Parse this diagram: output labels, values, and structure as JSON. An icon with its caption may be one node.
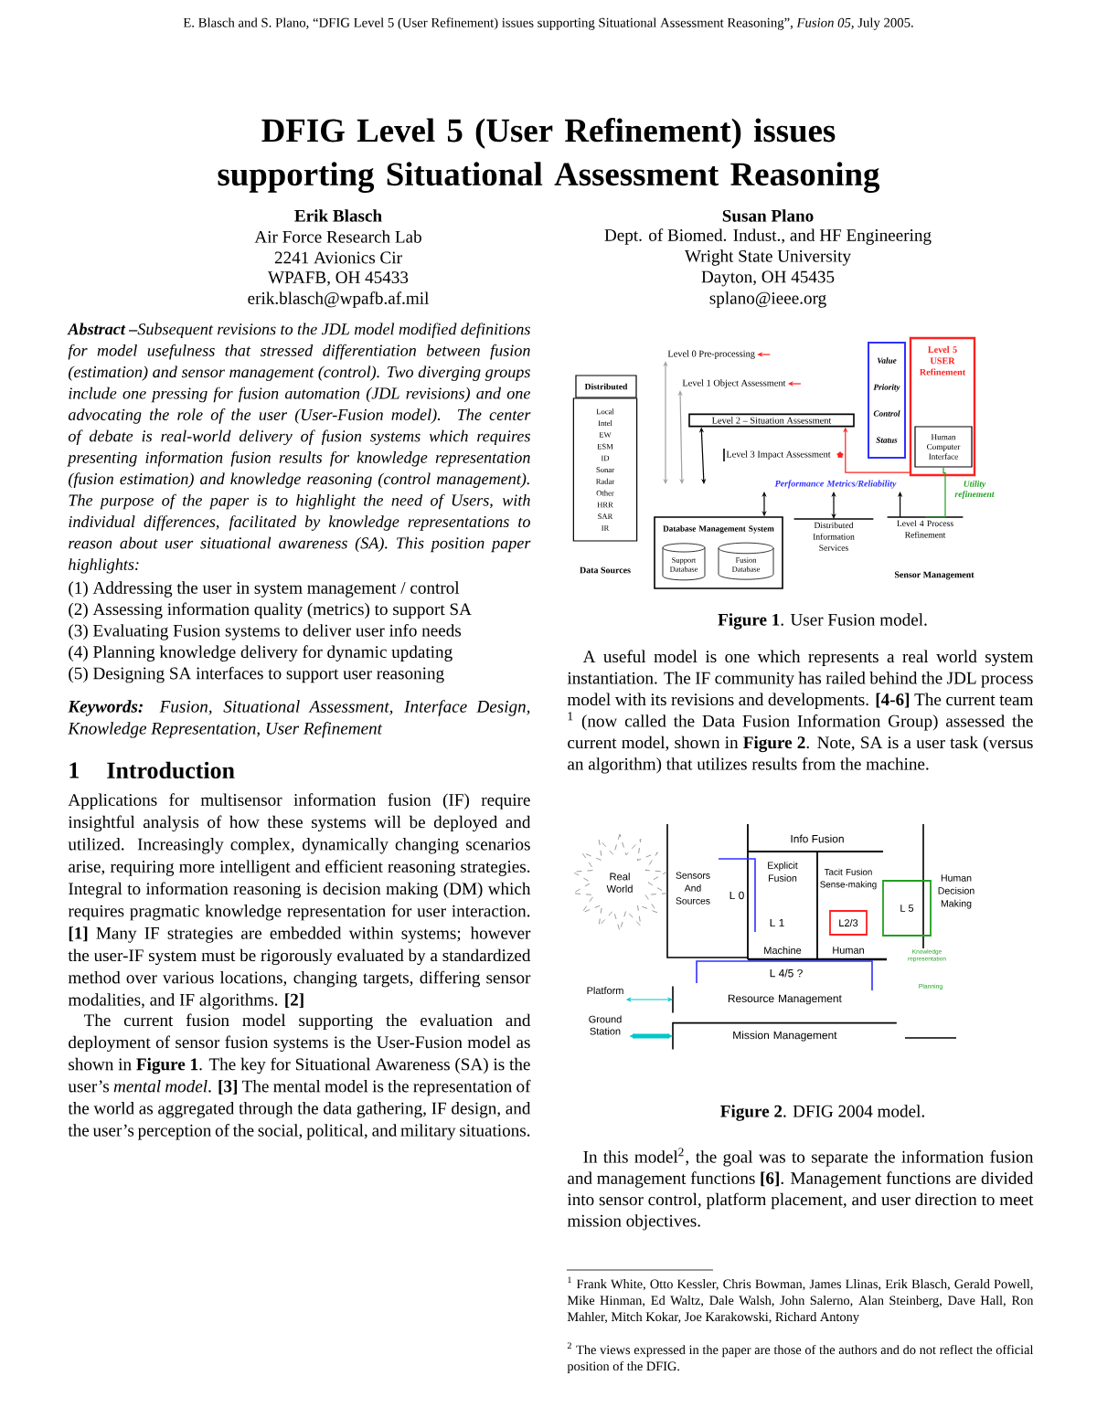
{
  "diagram": {
    "title": "DFIG Level 5 (User Refinement) issues supporting Situational Assessment Reasoning",
    "nodes": [
      {
        "text": [
          "Level 0 Pre-processing"
        ]
      },
      {
        "text": [
          "Level 1 Object Assessment"
        ]
      },
      {
        "text": [
          "Level 2 – Situation Assessment"
        ]
      },
      {
        "text": [
          "Level 3 Impact Assessment"
        ]
      },
      {
        "text": [
          "Value",
          "Priority",
          "Control",
          "Status"
        ]
      },
      {
        "text": [
          "Level 5 USER Refinement"
        ]
      },
      {
        "text": [
          "Human Computer Interface"
        ],
        "in": 5
      },
      {
        "text": [
          "Distributed"
        ]
      },
      {
        "text": [
          "Local",
          "Intel",
          "EW",
          "ESM",
          "ID",
          "Sonar",
          "Radar",
          "Other",
          "HRR",
          "SAR",
          "IR"
        ]
      },
      {
        "text": [
          "Database Management System"
        ]
      },
      {
        "text": [
          "Support Database"
        ],
        "in": 9
      },
      {
        "text": [
          "Fusion Database"
        ],
        "in": 9
      },
      {
        "text": [
          "Distributed Information Services"
        ]
      },
      {
        "text": [
          "Level 4 Process Refinement"
        ]
      },
      {
        "text": [
          "Real World"
        ]
      },
      {
        "text": [
          "L2/3"
        ]
      },
      {
        "text": [
          "L 5"
        ],
        "beside": [
          "Knowledge representation"
        ]
      },
      {
        "text": [
          "Platform"
        ]
      },
      {
        "text": [
          "Resource Management"
        ]
      },
      {
        "text": [
          "Ground Station"
        ]
      },
      {
        "text": [
          "Mission Management"
        ]
      },
      {
        "text": [
          "Performance Metrics/Reliability"
        ]
      }
    ],
    "edges": [
      {
        "from": null,
        "to": 0,
        "arrow": "both",
        "color": "#a0a0a0"
      },
      {
        "from": null,
        "to": 1,
        "arrow": "both",
        "color": "#a0a0a0"
      },
      {
        "from": null,
        "to": 2,
        "arrow": "both"
      },
      {
        "from": null,
        "to": 0,
        "arrow": "to",
        "color": "#ff2020"
      },
      {
        "from": null,
        "to": 1,
        "arrow": "to",
        "color": "#ff2020"
      },
      {
        "from": 5,
        "to": 2,
        "arrow": "to",
        "color": "#ff2020"
      },
      {
        "from": 6,
        "to": 13,
        "arrow": "none",
        "color": "#20a020"
      },
      {
        "from": 21,
        "to": 9,
        "arrow": "both"
      },
      {
        "from": 21,
        "to": 12,
        "arrow": "both"
      },
      {
        "from": 13,
        "to": 21,
        "arrow": "to"
      },
      {
        "from": 17,
        "to": 18,
        "arrow": "both",
        "color": "#00c8c8"
      },
      {
        "from": 19,
        "to": 20,
        "arrow": "both",
        "color": "#00c8c8",
        "style": "thick"
      }
    ],
    "labels": [
      "E. Blasch and S. Plano, “DFIG Level 5 (User Refinement) issues supporting Situational Assessment Reasoning”, *Fusion 05*, July 2005.",
      "Erik Blasch",
      "Air Force Research Lab",
      "2241 Avionics Cir",
      "WPAFB, OH 45433",
      "erik.blasch@wpafb.af.mil",
      "Susan Plano",
      "Dept. of Biomed. Indust., and HF Engineering",
      "Wright State University",
      "Dayton, OH 45435",
      "splano@ieee.org",
      "**Abstract –**Subsequent revisions to the JDL model modified definitions for model usefulness that stressed differentiation between fusion (estimation) and sensor management (control). Two diverging groups include one pressing for fusion automation (JDL revisions) and one advocating the role of the user (User-Fusion model). The center of debate is real-world delivery of fusion systems which requires presenting information fusion results for knowledge representation (fusion estimation) and knowledge reasoning (control management). The purpose of the paper is to highlight the need of Users, with individual differences, facilitated by knowledge representations to reason about user situational awareness (SA). This position paper highlights:",
      "(1) Addressing the user in system management / control",
      "(2) Assessing information quality (metrics) to support SA",
      "(3) Evaluating Fusion systems to deliver user info needs",
      "(4) Planning knowledge delivery for dynamic updating",
      "(5) Designing SA interfaces to support user reasoning",
      "**Keywords:** Fusion, Situational Assessment, Interface Design, Knowledge Representation, User Refinement",
      "1",
      "Introduction",
      "Applications for multisensor information fusion (IF) require insightful analysis of how these systems will be deployed and utilized. Increasingly complex, dynamically changing scenarios arise, requiring more intelligent and efficient reasoning strategies. Integral to information reasoning is decision making (DM) which requires pragmatic knowledge representation for user interaction. **[1]** Many IF strategies are embedded within systems; however the user-IF system must be rigorously evaluated by a standardized method over various locations, changing targets, differing sensor modalities, and IF algorithms. **[2]**",
      "The current fusion model supporting the evaluation and deployment of sensor fusion systems is the User-Fusion model as shown in **Figure 1**. The key for Situational Awareness (SA) is the user’s *mental model*. **[3]** The mental model is the representation of the world as aggregated through the data gathering, IF design, and the user’s perception of the social, political, and military situations.",
      "Utility refinement",
      "Data Sources",
      "Sensor Management",
      "**Figure 1**. User Fusion model.",
      "A useful model is one which represents a real world system instantiation. The IF community has railed behind the JDL process model with its revisions and developments. **[4-6]** The current team $^{1}$ (now called the Data Fusion Information Group) assessed the current model, shown in **Figure 2**. Note, SA is a user task (versus an algorithm) that utilizes results from the machine.",
      "Info Fusion",
      "Sensors And Sources",
      "L 0",
      "Explicit Fusion",
      "Tacit Fusion Sense-making",
      "L 1",
      "Machine",
      "Human",
      "Human Decision Making",
      "L 4/5 ?",
      "Planning",
      "**Figure 2**. DFIG 2004 model.",
      "In this model$^{2}$, the goal was to separate the information fusion and management functions **[6]**. Management functions are divided into sensor control, platform placement, and user direction to meet mission objectives.",
      "$^{1}$ Frank White, Otto Kessler, Chris Bowman, James Llinas, Erik Blasch, Gerald Powell, Mike Hinman, Ed Waltz, Dale Walsh, John Salerno, Alan Steinberg, Dave Hall, Ron Mahler, Mitch Kokar, Joe Karakowski, Richard Antony",
      "$^{2}$ The views expressed in the paper are those of the authors and do not reflect the official position of the DFIG."
    ]
  }
}
